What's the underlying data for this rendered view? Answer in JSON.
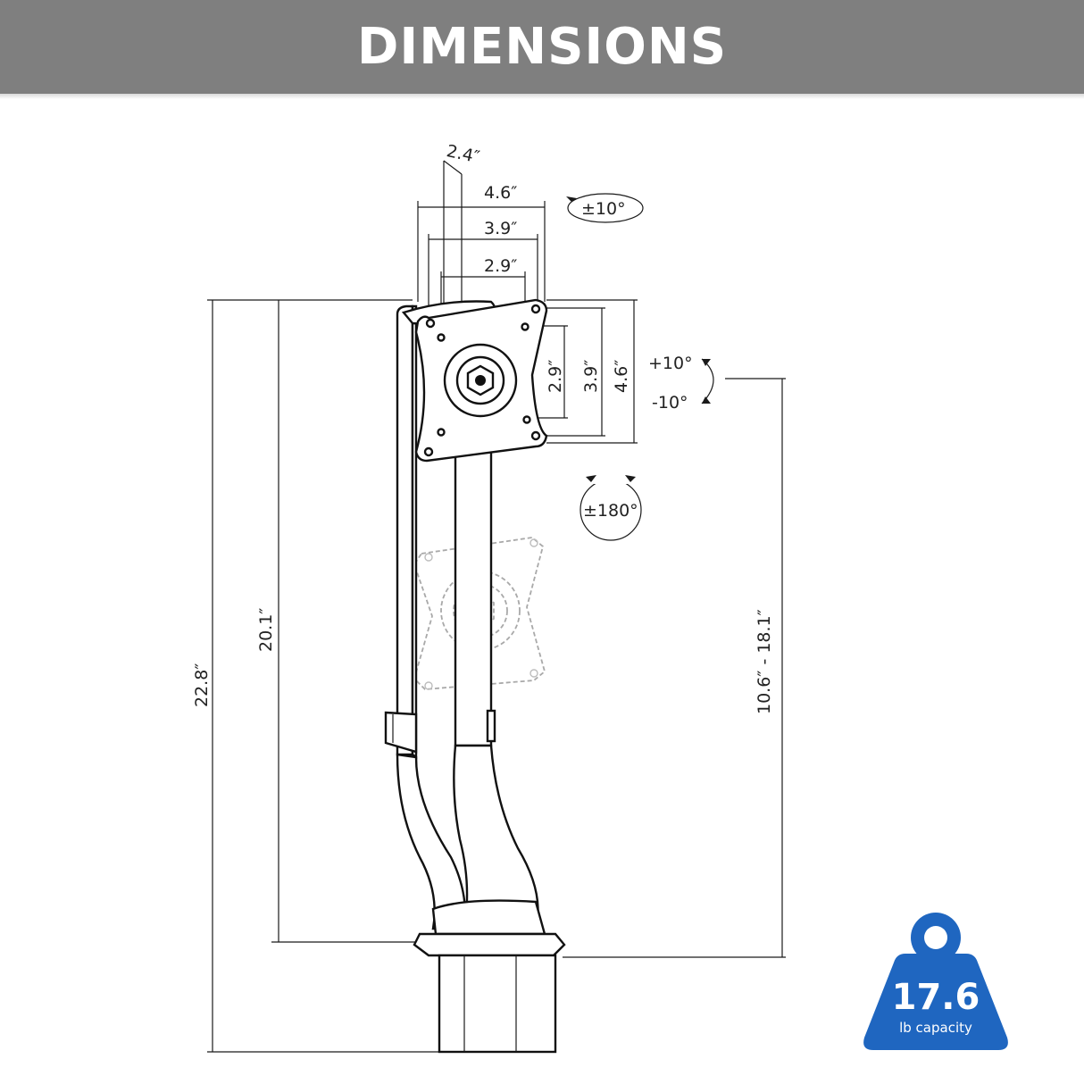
{
  "header": {
    "title": "DIMENSIONS"
  },
  "dimensions": {
    "pivot_offset": "2.4″",
    "vesa_width_large": "4.6″",
    "vesa_width_mid": "3.9″",
    "vesa_width_small": "2.9″",
    "vesa_height_small": "2.9″",
    "vesa_height_mid": "3.9″",
    "vesa_height_large": "4.6″",
    "total_height": "22.8″",
    "pole_height": "20.1″",
    "height_range": "10.6″ - 18.1″"
  },
  "rotations": {
    "swivel": "±10°",
    "tilt_up": "+10°",
    "tilt_down": "-10°",
    "rotate": "±180°"
  },
  "capacity_badge": {
    "value": "17.6",
    "unit": "lb capacity",
    "color": "#1f66c0"
  },
  "colors": {
    "header_bg": "#7f7f7f",
    "line": "#1a1a1a",
    "ghost": "#a9a9a9"
  }
}
